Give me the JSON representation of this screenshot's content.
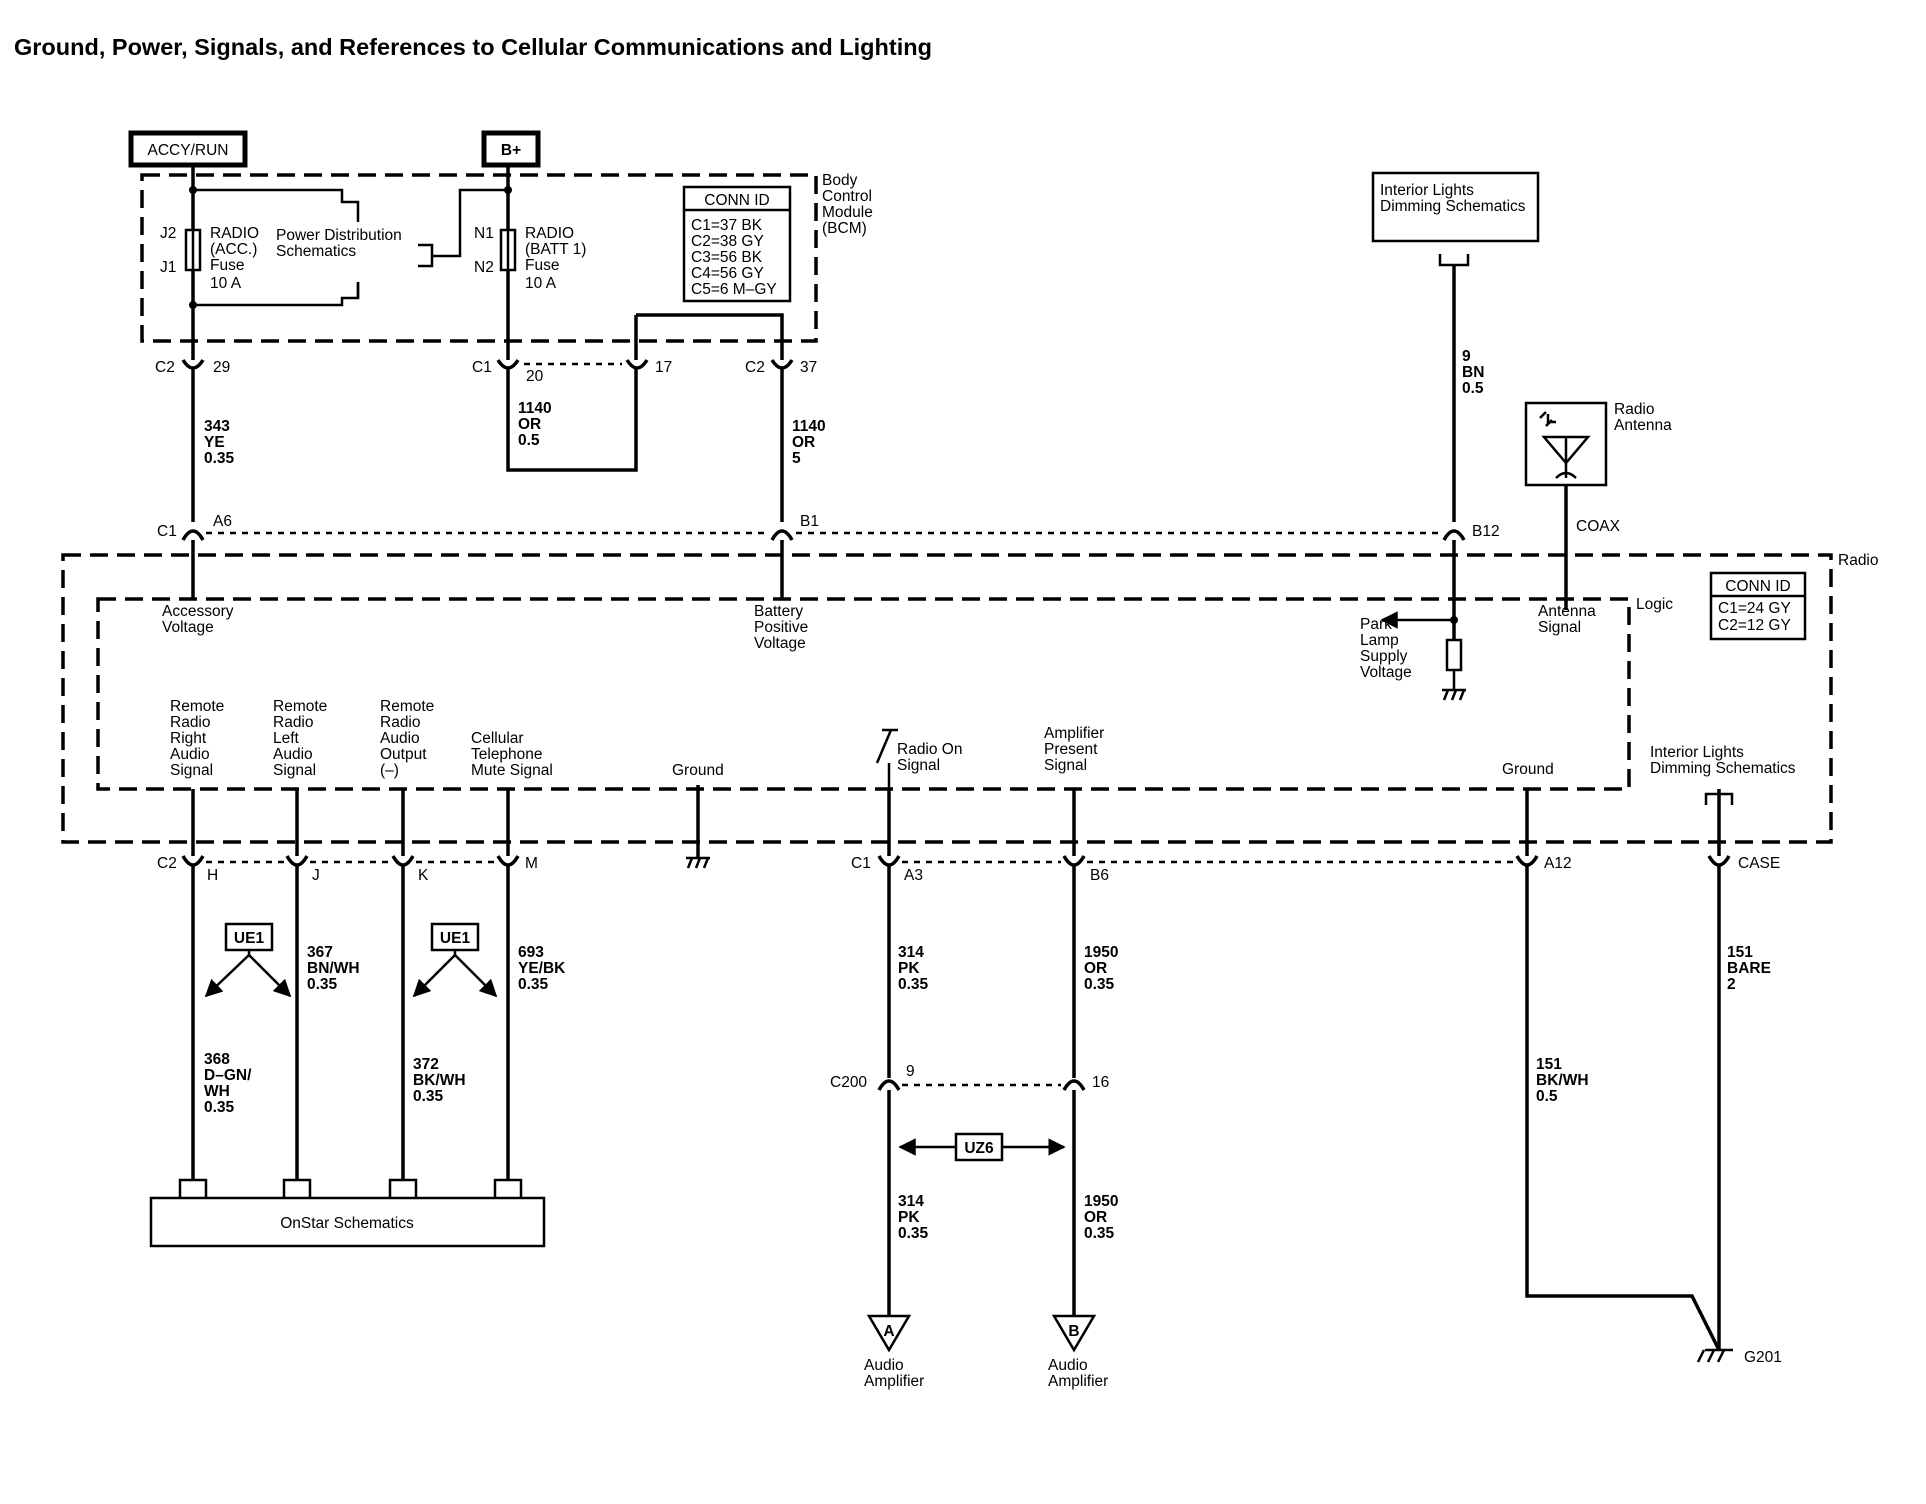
{
  "title": "Ground, Power, Signals, and References to Cellular Communications and Lighting",
  "power_sources": {
    "accy_run": "ACCY/RUN",
    "b_plus": "B+"
  },
  "bcm": {
    "label": [
      "Body",
      "Control",
      "Module",
      "(BCM)"
    ],
    "fuse_left": {
      "top_pin": "J2",
      "bottom_pin": "J1",
      "label": [
        "RADIO",
        "(ACC.)",
        "Fuse",
        "10 A"
      ]
    },
    "fuse_right": {
      "top_pin": "N1",
      "bottom_pin": "N2",
      "label": [
        "RADIO",
        "(BATT 1)",
        "Fuse",
        "10 A"
      ]
    },
    "power_distribution": [
      "Power Distribution",
      "Schematics"
    ],
    "conn_id": {
      "header": "CONN ID",
      "rows": [
        "C1=37 BK",
        "C2=38 GY",
        "C3=56 BK",
        "C4=56 GY",
        "C5=6 M–GY"
      ]
    }
  },
  "bcm_connectors": {
    "c2_29": {
      "conn": "C2",
      "pin": "29"
    },
    "c1_20": {
      "conn": "C1",
      "pin": "20"
    },
    "pin_17": "17",
    "c2_37": {
      "conn": "C2",
      "pin": "37"
    }
  },
  "wires_top": {
    "w343": [
      "343",
      "YE",
      "0.35"
    ],
    "w1140a": [
      "1140",
      "OR",
      "0.5"
    ],
    "w1140b": [
      "1140",
      "OR",
      "5"
    ],
    "w9": [
      "9",
      "BN",
      "0.5"
    ]
  },
  "interior_lights_top": [
    "Interior Lights",
    "Dimming Schematics"
  ],
  "radio_antenna": {
    "label": [
      "Radio",
      "Antenna"
    ],
    "coax": "COAX"
  },
  "radio": {
    "label": "Radio",
    "logic_label": "Logic",
    "top_conn": {
      "c1": "C1",
      "a6": "A6",
      "b1": "B1",
      "b12": "B12"
    },
    "conn_id": {
      "header": "CONN ID",
      "rows": [
        "C1=24 GY",
        "C2=12 GY"
      ]
    },
    "inputs": {
      "accessory": [
        "Accessory",
        "Voltage"
      ],
      "battery": [
        "Battery",
        "Positive",
        "Voltage"
      ],
      "park_lamp": [
        "Park",
        "Lamp",
        "Supply",
        "Voltage"
      ],
      "antenna": [
        "Antenna",
        "Signal"
      ]
    },
    "signals": {
      "right_audio": [
        "Remote",
        "Radio",
        "Right",
        "Audio",
        "Signal"
      ],
      "left_audio": [
        "Remote",
        "Radio",
        "Left",
        "Audio",
        "Signal"
      ],
      "audio_output": [
        "Remote",
        "Radio",
        "Audio",
        "Output",
        "(–)"
      ],
      "mute": [
        "Cellular",
        "Telephone",
        "Mute Signal"
      ],
      "ground_left": "Ground",
      "radio_on": [
        "Radio On",
        "Signal"
      ],
      "amp_present": [
        "Amplifier",
        "Present",
        "Signal"
      ],
      "ground_right": "Ground",
      "interior_lights": [
        "Interior Lights",
        "Dimming Schematics"
      ]
    },
    "bottom_conn": {
      "c2": "C2",
      "h": "H",
      "j": "J",
      "k": "K",
      "m": "M",
      "c1": "C1",
      "a3": "A3",
      "b6": "B6",
      "a12": "A12",
      "case": "CASE"
    }
  },
  "wires_bottom": {
    "w368": [
      "368",
      "D–GN/",
      "WH",
      "0.35"
    ],
    "w367": [
      "367",
      "BN/WH",
      "0.35"
    ],
    "w372": [
      "372",
      "BK/WH",
      "0.35"
    ],
    "w693": [
      "693",
      "YE/BK",
      "0.35"
    ],
    "w314a": [
      "314",
      "PK",
      "0.35"
    ],
    "w1950a": [
      "1950",
      "OR",
      "0.35"
    ],
    "w314b": [
      "314",
      "PK",
      "0.35"
    ],
    "w1950b": [
      "1950",
      "OR",
      "0.35"
    ],
    "w151a": [
      "151",
      "BK/WH",
      "0.5"
    ],
    "w151b": [
      "151",
      "BARE",
      "2"
    ]
  },
  "options": {
    "ue1": "UE1",
    "uz6": "UZ6"
  },
  "c200": {
    "conn": "C200",
    "pin9": "9",
    "pin16": "16"
  },
  "onstar": "OnStar Schematics",
  "offpage": {
    "a": {
      "letter": "A",
      "label": [
        "Audio",
        "Amplifier"
      ]
    },
    "b": {
      "letter": "B",
      "label": [
        "Audio",
        "Amplifier"
      ]
    }
  },
  "ground_g201": "G201"
}
